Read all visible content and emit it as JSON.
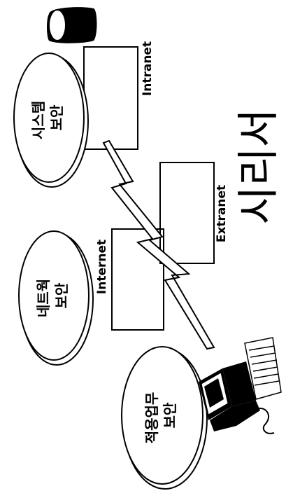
{
  "colors": {
    "ink": "#000000",
    "paper": "#ffffff"
  },
  "ellipses": {
    "system_security": "시스템\n보안",
    "network_security": "네트웍\n보안",
    "application_security": "적용업무\n보안"
  },
  "networks": {
    "intranet": "Intranet",
    "extranet": "Extranet",
    "internet": "Internet"
  },
  "big_title": "시리서",
  "icons": {
    "database": "database-cylinder-icon",
    "computer": "computer-terminal-icon",
    "lightning": "lightning-link-icon"
  }
}
